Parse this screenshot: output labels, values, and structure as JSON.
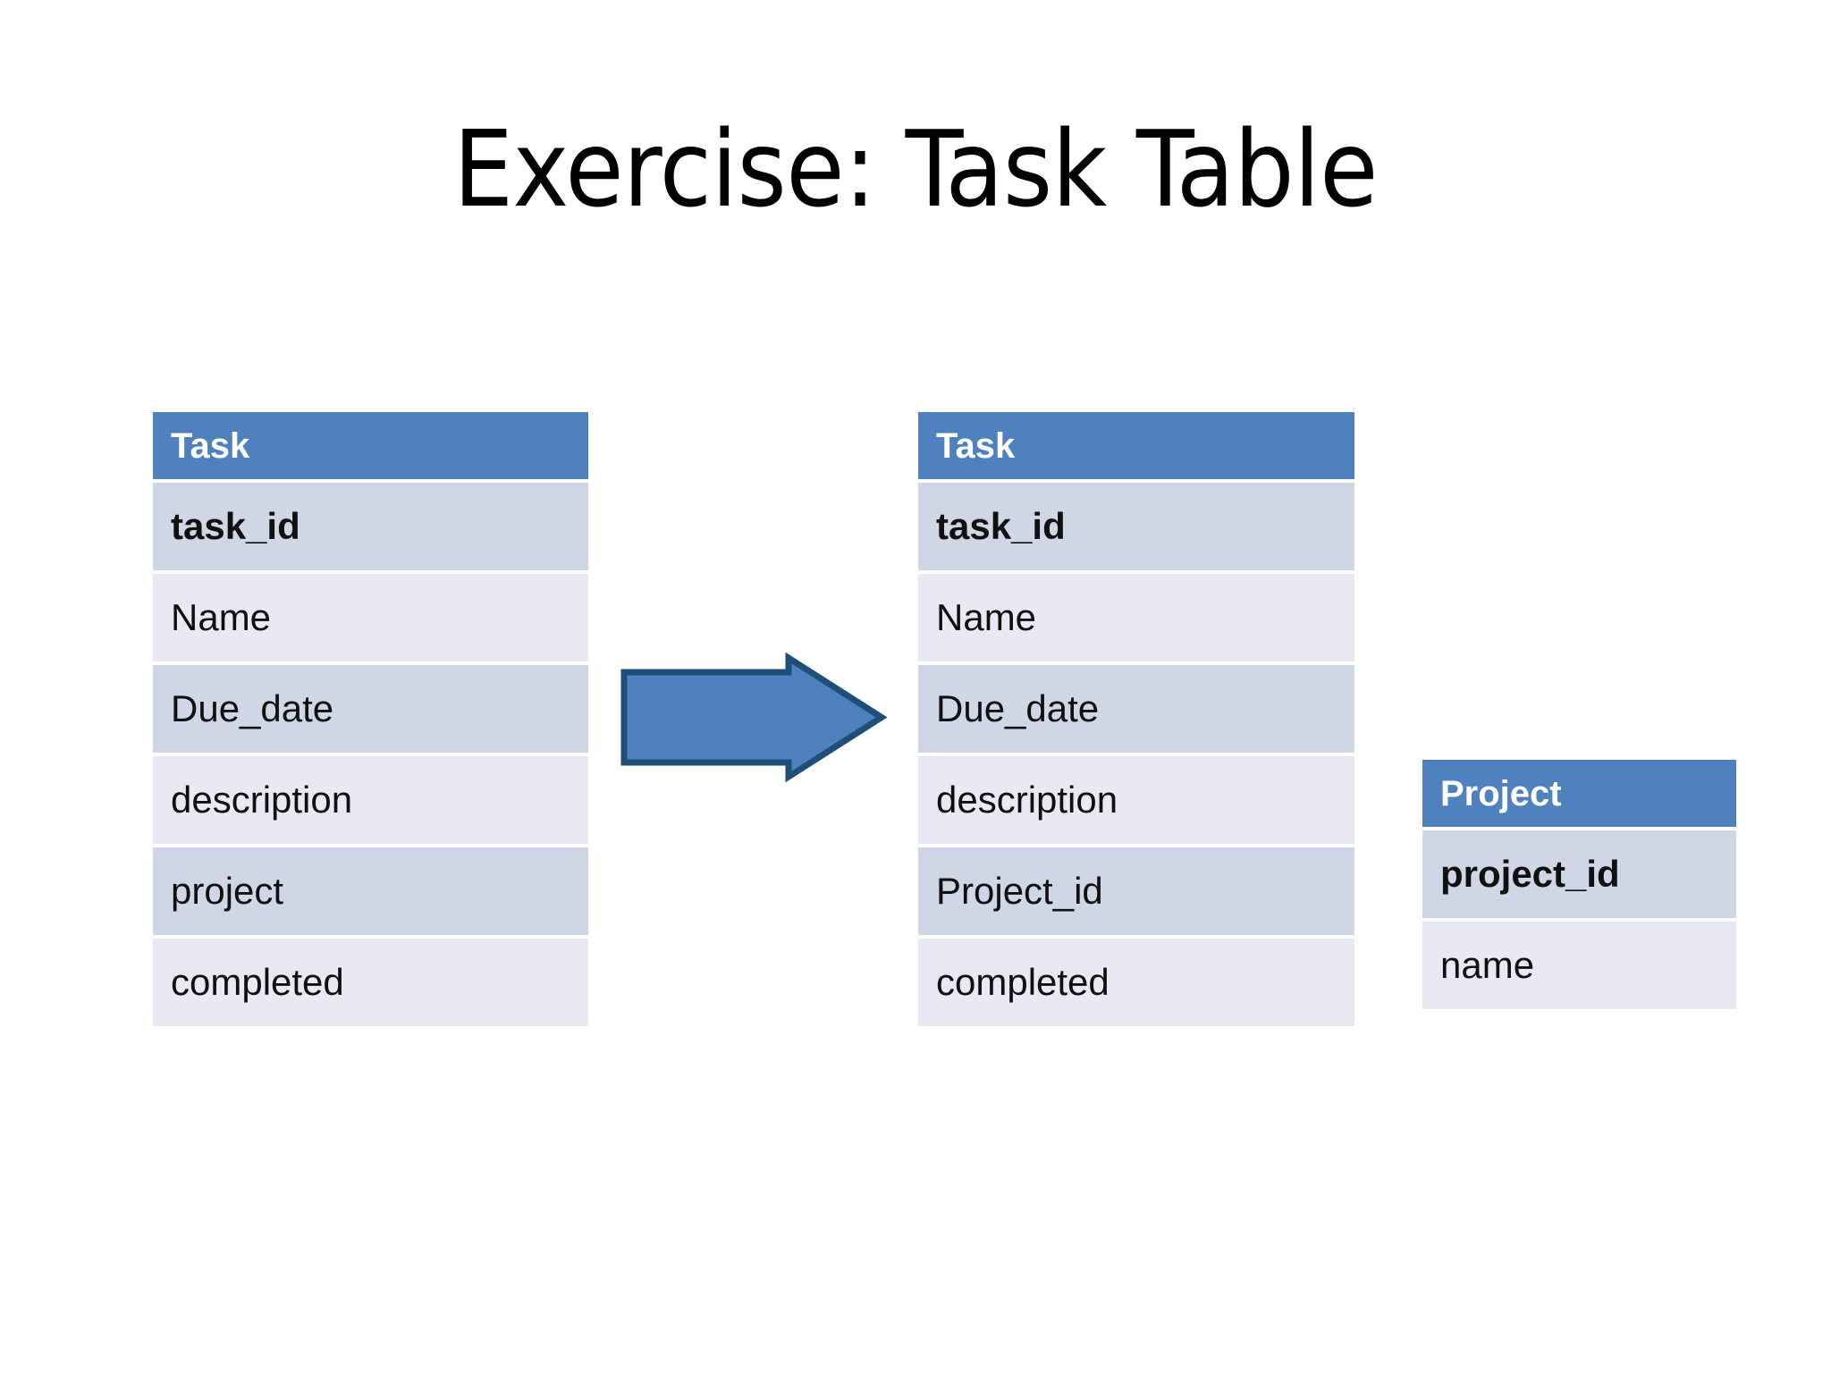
{
  "slide": {
    "title": "Exercise: Task Table",
    "background_color": "#FFFFFF"
  },
  "theme": {
    "header_fill": "#4E81BE",
    "header_text": "#FFFFFF",
    "row_shade_dark": "#CFD7E6",
    "row_shade_light": "#E8E9F2",
    "row_text": "#101010",
    "arrow_fill": "#4E81BE",
    "arrow_stroke": "#1F4E79"
  },
  "arrow": {
    "icon": "right-arrow-icon",
    "direction": "right"
  },
  "tables": {
    "task_before": {
      "header": "Task",
      "rows": [
        {
          "label": "task_id",
          "key": true
        },
        {
          "label": "Name",
          "key": false
        },
        {
          "label": "Due_date",
          "key": false
        },
        {
          "label": "description",
          "key": false
        },
        {
          "label": "project",
          "key": false
        },
        {
          "label": "completed",
          "key": false
        }
      ]
    },
    "task_after": {
      "header": "Task",
      "rows": [
        {
          "label": "task_id",
          "key": true
        },
        {
          "label": "Name",
          "key": false
        },
        {
          "label": "Due_date",
          "key": false
        },
        {
          "label": "description",
          "key": false
        },
        {
          "label": "Project_id",
          "key": false
        },
        {
          "label": "completed",
          "key": false
        }
      ]
    },
    "project": {
      "header": "Project",
      "rows": [
        {
          "label": "project_id",
          "key": true
        },
        {
          "label": "name",
          "key": false
        }
      ]
    }
  }
}
